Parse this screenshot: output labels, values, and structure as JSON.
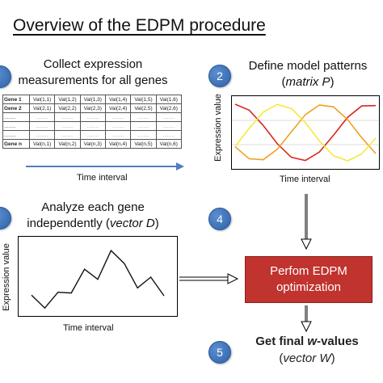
{
  "title": "Overview of the EDPM procedure",
  "step1": {
    "heading_line1": "Collect expression",
    "heading_line2": "measurements for all genes",
    "table": {
      "rows": [
        {
          "label": "Gene 1",
          "cells": [
            "Val(1,1)",
            "Val(1,2)",
            "Val(1,3)",
            "Val(1,4)",
            "Val(1,5)",
            "Val(1,6)"
          ]
        },
        {
          "label": "Gene 2",
          "cells": [
            "Val(2,1)",
            "Val(2,2)",
            "Val(2,3)",
            "Val(2,4)",
            "Val(2,5)",
            "Val(2,6)"
          ]
        },
        {
          "label": "........",
          "cells": [
            "........",
            "........",
            "........",
            "........",
            "........",
            "........"
          ]
        },
        {
          "label": "........",
          "cells": [
            "........",
            "........",
            "........",
            "........",
            "........",
            "........"
          ]
        },
        {
          "label": "........",
          "cells": [
            "........",
            "........",
            "........",
            "........",
            "........",
            "........"
          ]
        },
        {
          "label": "Gene n",
          "cells": [
            "Val(n,1)",
            "Val(n,2)",
            "Val(n,3)",
            "Val(n,4)",
            "Val(n,5)",
            "Val(n,6)"
          ]
        }
      ]
    },
    "xlabel": "Time interval"
  },
  "step2": {
    "number": "2",
    "heading_line1": "Define model patterns",
    "heading_line2_pre": "(",
    "heading_line2_italic": "matrix P",
    "heading_line2_post": ")",
    "ylabel": "Expression value",
    "xlabel": "Time interval",
    "colors": {
      "red": "#d8281f",
      "orange": "#f0a020",
      "yellow": "#f4ea3a"
    }
  },
  "step3": {
    "heading_line1": "Analyze each gene",
    "heading_line2_pre": "independently (",
    "heading_line2_italic": "vector D",
    "heading_line2_post": ")",
    "ylabel": "Expression value",
    "xlabel": "Time interval",
    "series": [
      2.0,
      0.2,
      2.4,
      2.3,
      5.6,
      4.2,
      8.2,
      6.4,
      3.0,
      4.5,
      1.9
    ]
  },
  "step4": {
    "number": "4",
    "box_line1": "Perfom EDPM",
    "box_line2": "optimization",
    "color": "#c0332e"
  },
  "step5": {
    "number": "5",
    "line1_pre": "Get final ",
    "line1_italic": "w",
    "line1_post": "-values",
    "line2_pre": "(",
    "line2_italic": "vector W",
    "line2_post": ")"
  }
}
